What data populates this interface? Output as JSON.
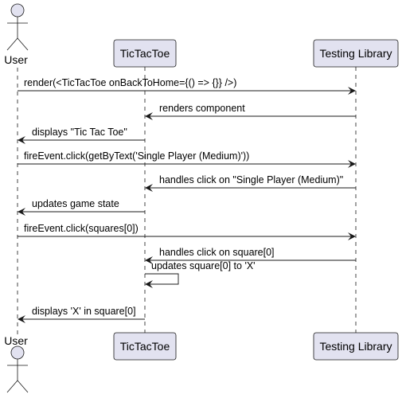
{
  "participants": [
    {
      "name": "User",
      "kind": "actor"
    },
    {
      "name": "TicTacToe",
      "kind": "participant"
    },
    {
      "name": "Testing Library",
      "kind": "participant"
    }
  ],
  "messages": [
    {
      "from": 0,
      "to": 2,
      "label": "render(<TicTacToe onBackToHome={() => {}} />)"
    },
    {
      "from": 2,
      "to": 1,
      "label": "renders component"
    },
    {
      "from": 1,
      "to": 0,
      "label": "displays \"Tic Tac Toe\""
    },
    {
      "from": 0,
      "to": 2,
      "label": "fireEvent.click(getByText('Single Player (Medium)'))"
    },
    {
      "from": 2,
      "to": 1,
      "label": "handles click on \"Single Player (Medium)\""
    },
    {
      "from": 1,
      "to": 0,
      "label": "updates game state"
    },
    {
      "from": 0,
      "to": 2,
      "label": "fireEvent.click(squares[0])"
    },
    {
      "from": 2,
      "to": 1,
      "label": "handles click on square[0]"
    },
    {
      "from": 1,
      "to": 1,
      "label": "updates square[0] to 'X'"
    },
    {
      "from": 1,
      "to": 0,
      "label": "displays 'X' in square[0]"
    }
  ],
  "colors": {
    "participant_fill": "#e2e2f0",
    "participant_border": "#181818",
    "lifeline": "#181818",
    "arrow": "#181818"
  }
}
